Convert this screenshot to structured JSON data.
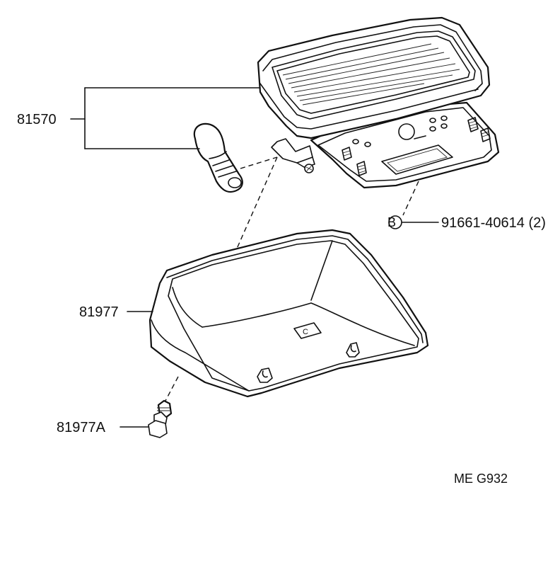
{
  "parts": {
    "lamp_assembly": "81570",
    "cover": "81977",
    "clip": "81977A",
    "screw": "91661-40614 (2)"
  },
  "screw_marker": "B",
  "clip_marker": "C",
  "drawing_code": "ME  G932"
}
